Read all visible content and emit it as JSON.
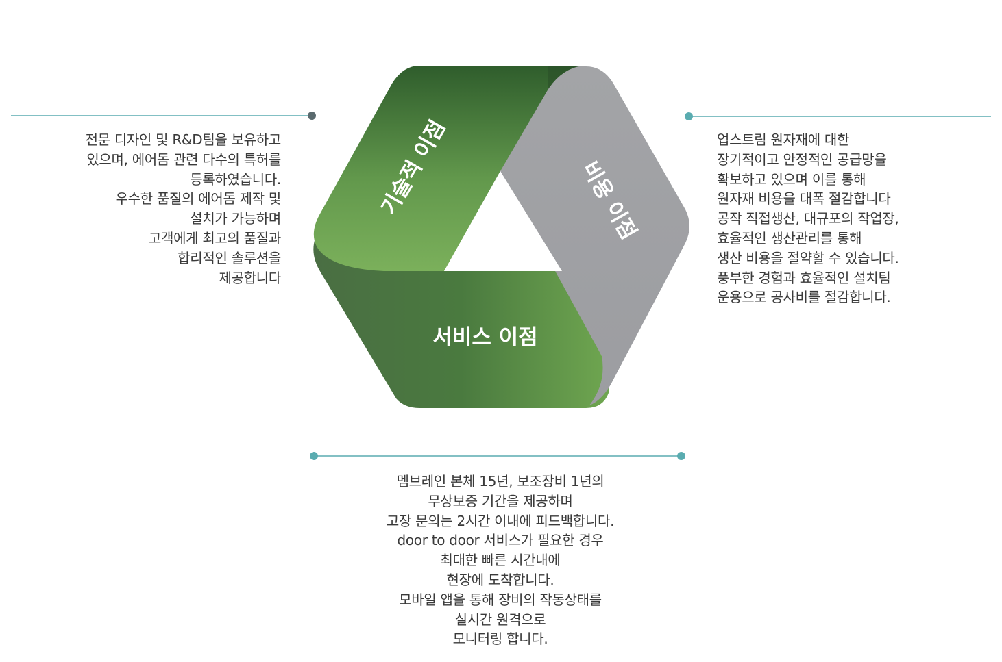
{
  "colors": {
    "green_dark": "#2e5a2b",
    "green_mid": "#4a7c3f",
    "green_light": "#74a857",
    "gray": "#a4a5a8",
    "gray_dark": "#8e8f93",
    "line": "#5aacb0",
    "dot_dark": "#5a6a6e"
  },
  "segments": {
    "tech": "기술적 이점",
    "cost": "비용 이점",
    "service": "서비스 이점"
  },
  "descriptions": {
    "tech": "전문 디자인 및 R&D팀을 보유하고\n있으며, 에어돔 관련 다수의 특허를\n등록하였습니다.\n우수한 품질의 에어돔 제작 및\n설치가 가능하며\n고객에게 최고의 품질과\n합리적인 솔루션을\n제공합니다",
    "cost": "업스트림 원자재에 대한\n장기적이고 안정적인 공급망을\n확보하고 있으며 이를 통해\n원자재 비용을 대폭 절감합니다\n공작 직접생산, 대규포의 작업장,\n효율적인 생산관리를 통해\n생산 비용을 절약할 수 있습니다.\n풍부한 경험과 효율적인 설치팀\n운용으로 공사비를 절감합니다.",
    "service": "멤브레인 본체 15년, 보조장비 1년의\n무상보증 기간을 제공하며\n고장 문의는 2시간 이내에 피드백합니다.\n  door to door 서비스가 필요한 경우\n최대한 빠른 시간내에\n현장에 도착합니다.\n모바일 앱을 통해 장비의 작동상태를\n실시간 원격으로\n모니터링 합니다."
  }
}
